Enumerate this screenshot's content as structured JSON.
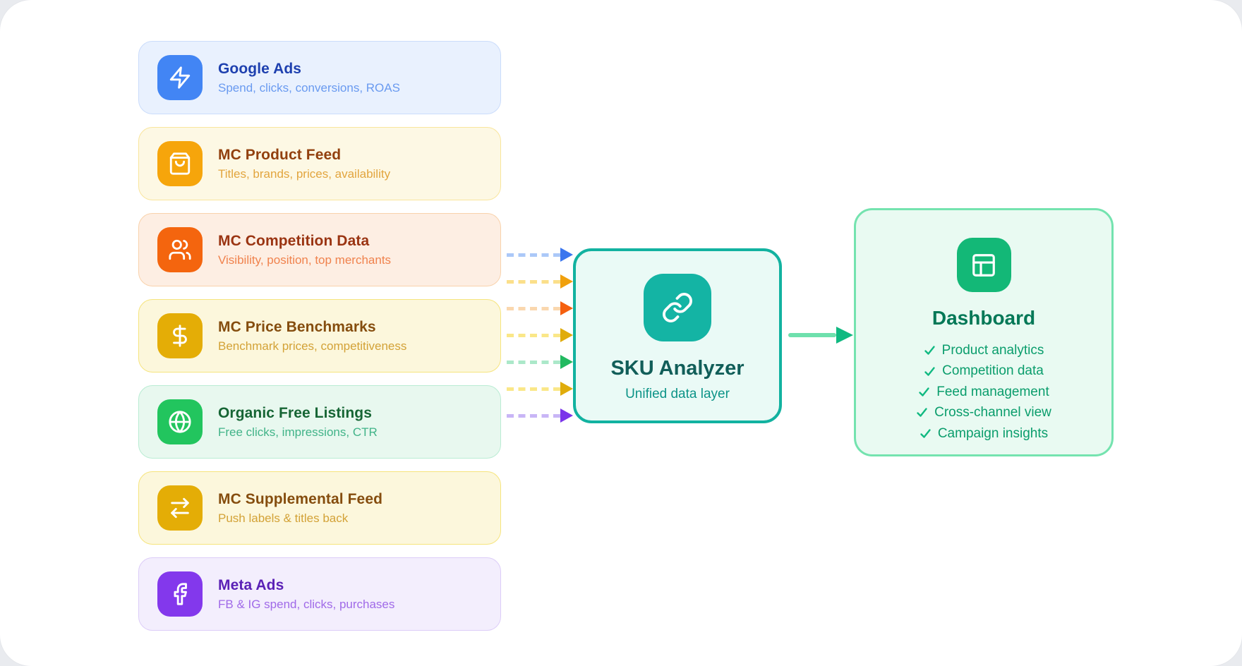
{
  "canvas": {
    "page_bg": "#e9ebef",
    "panel_bg": "#ffffff"
  },
  "sources": [
    {
      "id": "google-ads",
      "title": "Google Ads",
      "subtitle": "Spend, clicks, conversions, ROAS",
      "icon": "zap-icon",
      "accent": "#4285f4",
      "bg": "#e9f1fe",
      "border": "#cadcfb",
      "title_color": "#1e40af",
      "subtitle_color": "#699af0",
      "arrow": {
        "dash": "#abc8f8",
        "head": "#3b76ee"
      }
    },
    {
      "id": "mc-product-feed",
      "title": "MC Product Feed",
      "subtitle": "Titles, brands, prices, availability",
      "icon": "shopping-bag-icon",
      "accent": "#f6a50b",
      "bg": "#fdf8e4",
      "border": "#f9e59c",
      "title_color": "#92400e",
      "subtitle_color": "#e2a53e",
      "arrow": {
        "dash": "#fbdf8a",
        "head": "#f0a00c"
      }
    },
    {
      "id": "mc-competition-data",
      "title": "MC Competition Data",
      "subtitle": "Visibility, position, top merchants",
      "icon": "users-icon",
      "accent": "#f4650e",
      "bg": "#fdeee3",
      "border": "#f9d2ab",
      "title_color": "#9a3412",
      "subtitle_color": "#f0824d",
      "arrow": {
        "dash": "#fad7ae",
        "head": "#f5600f"
      }
    },
    {
      "id": "mc-price-benchmarks",
      "title": "MC Price Benchmarks",
      "subtitle": "Benchmark prices, competitiveness",
      "icon": "dollar-icon",
      "accent": "#e4ad06",
      "bg": "#fcf7dc",
      "border": "#f6e47d",
      "title_color": "#854d0e",
      "subtitle_color": "#d3a237",
      "arrow": {
        "dash": "#fae788",
        "head": "#e0ac0b"
      }
    },
    {
      "id": "organic-free-listings",
      "title": "Organic Free Listings",
      "subtitle": "Free clicks, impressions, CTR",
      "icon": "globe-icon",
      "accent": "#22c55e",
      "bg": "#e8f8ef",
      "border": "#b9ecd3",
      "title_color": "#166534",
      "subtitle_color": "#41b388",
      "arrow": {
        "dash": "#abe8c9",
        "head": "#22b960"
      }
    },
    {
      "id": "mc-supplemental-feed",
      "title": "MC Supplemental Feed",
      "subtitle": "Push labels & titles back",
      "icon": "arrows-right-left-icon",
      "accent": "#e4ad06",
      "bg": "#fcf7dc",
      "border": "#f6e47d",
      "title_color": "#854d0e",
      "subtitle_color": "#d3a237",
      "arrow": {
        "dash": "#fae788",
        "head": "#e0ac0b"
      }
    },
    {
      "id": "meta-ads",
      "title": "Meta Ads",
      "subtitle": "FB & IG spend, clicks, purchases",
      "icon": "facebook-icon",
      "accent": "#8338ec",
      "bg": "#f3eefd",
      "border": "#dcccf8",
      "title_color": "#5b21b6",
      "subtitle_color": "#a06ae8",
      "arrow": {
        "dash": "#c8b5f6",
        "head": "#7b35ea"
      }
    }
  ],
  "analyzer": {
    "title": "SKU Analyzer",
    "subtitle": "Unified data layer",
    "icon": "link-icon",
    "border": "#12b2a0",
    "bg": "#eafaf6",
    "accent": "#14b4a4",
    "title_color": "#115e59",
    "subtitle_color": "#0d9488"
  },
  "output_arrow": {
    "line": "#6ee0ad",
    "head": "#10b981"
  },
  "dashboard": {
    "title": "Dashboard",
    "icon": "layout-panels-icon",
    "border": "#74e3af",
    "bg": "#e9faf2",
    "accent": "#13b877",
    "title_color": "#047857",
    "feature_color": "#0a9d6c",
    "check_color": "#10b981",
    "features": [
      "Product analytics",
      "Competition data",
      "Feed management",
      "Cross-channel view",
      "Campaign insights"
    ]
  }
}
